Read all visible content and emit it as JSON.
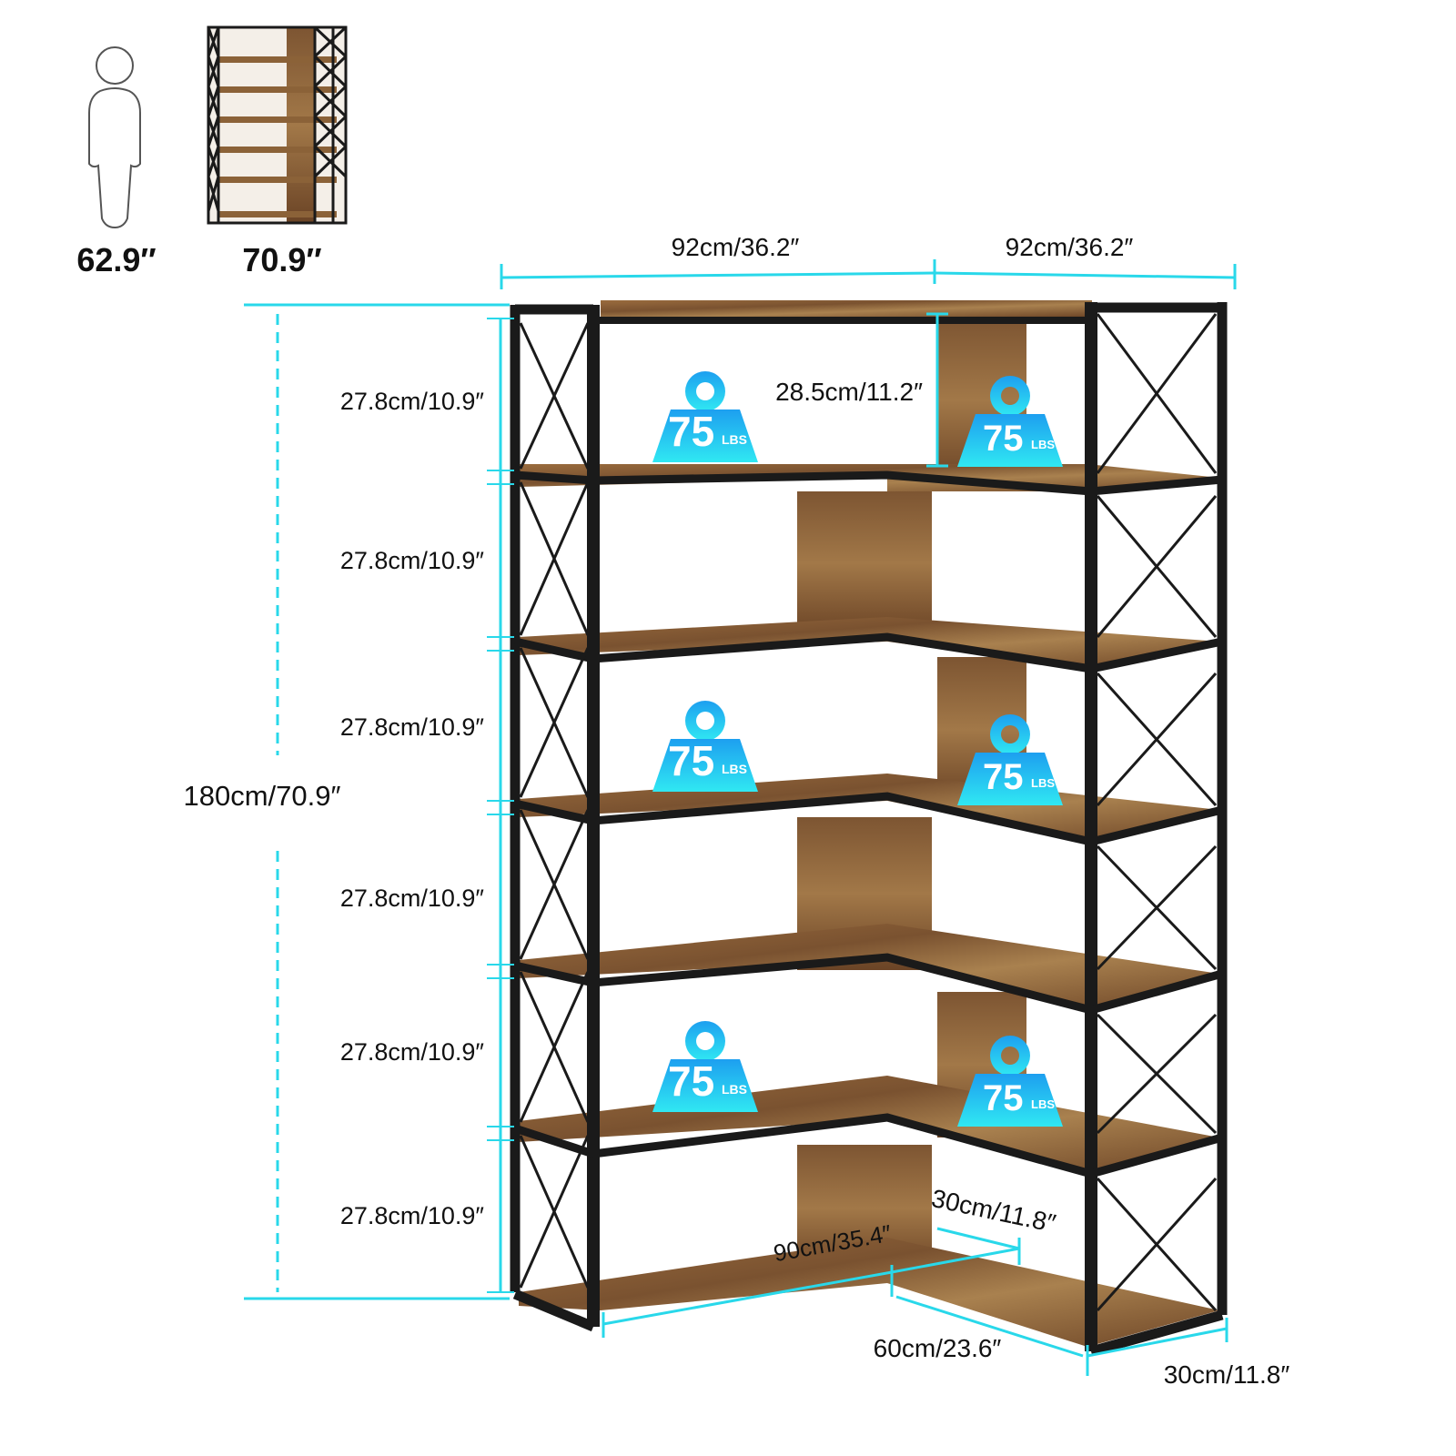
{
  "scale_comparison": {
    "person_height": "62.9″",
    "shelf_height": "70.9″"
  },
  "dimensions": {
    "top_width_left": "92cm/36.2″",
    "top_width_right": "92cm/36.2″",
    "total_height": "180cm/70.9″",
    "tier_spacing": [
      "27.8cm/10.9″",
      "27.8cm/10.9″",
      "27.8cm/10.9″",
      "27.8cm/10.9″",
      "27.8cm/10.9″",
      "27.8cm/10.9″"
    ],
    "top_opening_height": "28.5cm/11.2″",
    "inner_depth": "30cm/11.8″",
    "inner_width": "90cm/35.4″",
    "side_length": "60cm/23.6″",
    "outer_depth": "30cm/11.8″"
  },
  "load_badge": {
    "value": "75",
    "unit": "LBS"
  },
  "colors": {
    "accent": "#29d8ea",
    "frame": "#1a1a1a",
    "wood": "#8a6038"
  }
}
